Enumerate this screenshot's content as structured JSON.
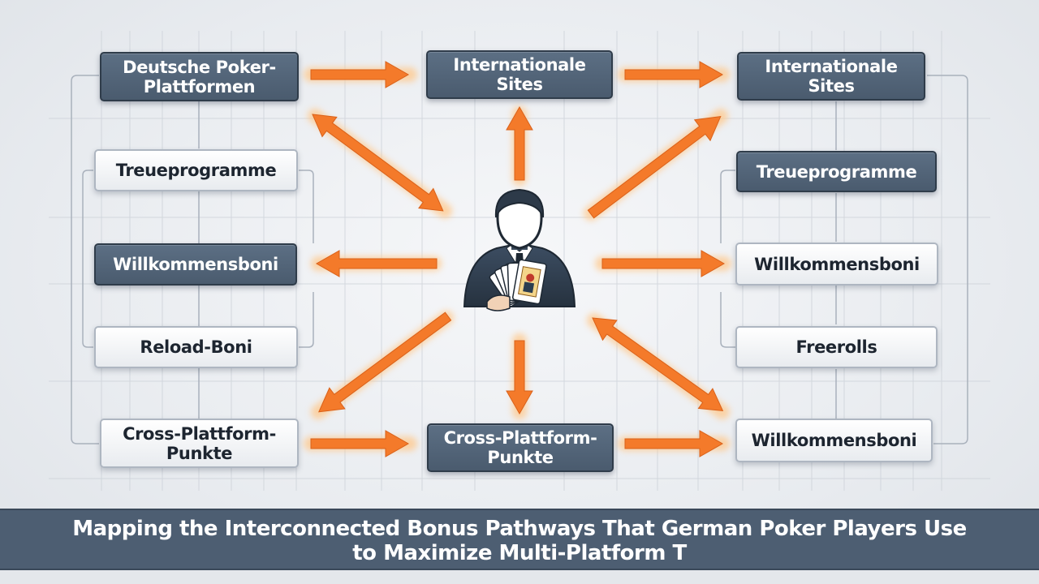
{
  "nodes": {
    "deutsche_poker_plattformen": "Deutsche Poker-\nPlattformen",
    "internationale_sites_center": "Internationale\nSites",
    "internationale_sites_right": "Internationale\nSites",
    "treueprogramme_left": "Treueprogramme",
    "treueprogramme_right": "Treueprogramme",
    "willkommensboni_left": "Willkommensboni",
    "willkommensboni_right": "Willkommensboni",
    "reload_boni": "Reload-Boni",
    "freerolls": "Freerolls",
    "cross_plattform_punkte_left": "Cross-Plattform-\nPunkte",
    "cross_plattform_punkte_center": "Cross-Plattform-\nPunkte",
    "willkommensboni_bottom_right": "Willkommensboni"
  },
  "caption": "Mapping the Interconnected Bonus Pathways That German Poker Players Use\nto Maximize Multi-Platform T",
  "center_icon": "poker-player-with-cards-icon",
  "colors": {
    "dark_node": "#4f6176",
    "light_node": "#f4f6f8",
    "arrow": "#f47a2a",
    "arrow_glow": "#ffc88a",
    "caption_bar": "#4d5e72",
    "grid": "#c9ced6"
  }
}
